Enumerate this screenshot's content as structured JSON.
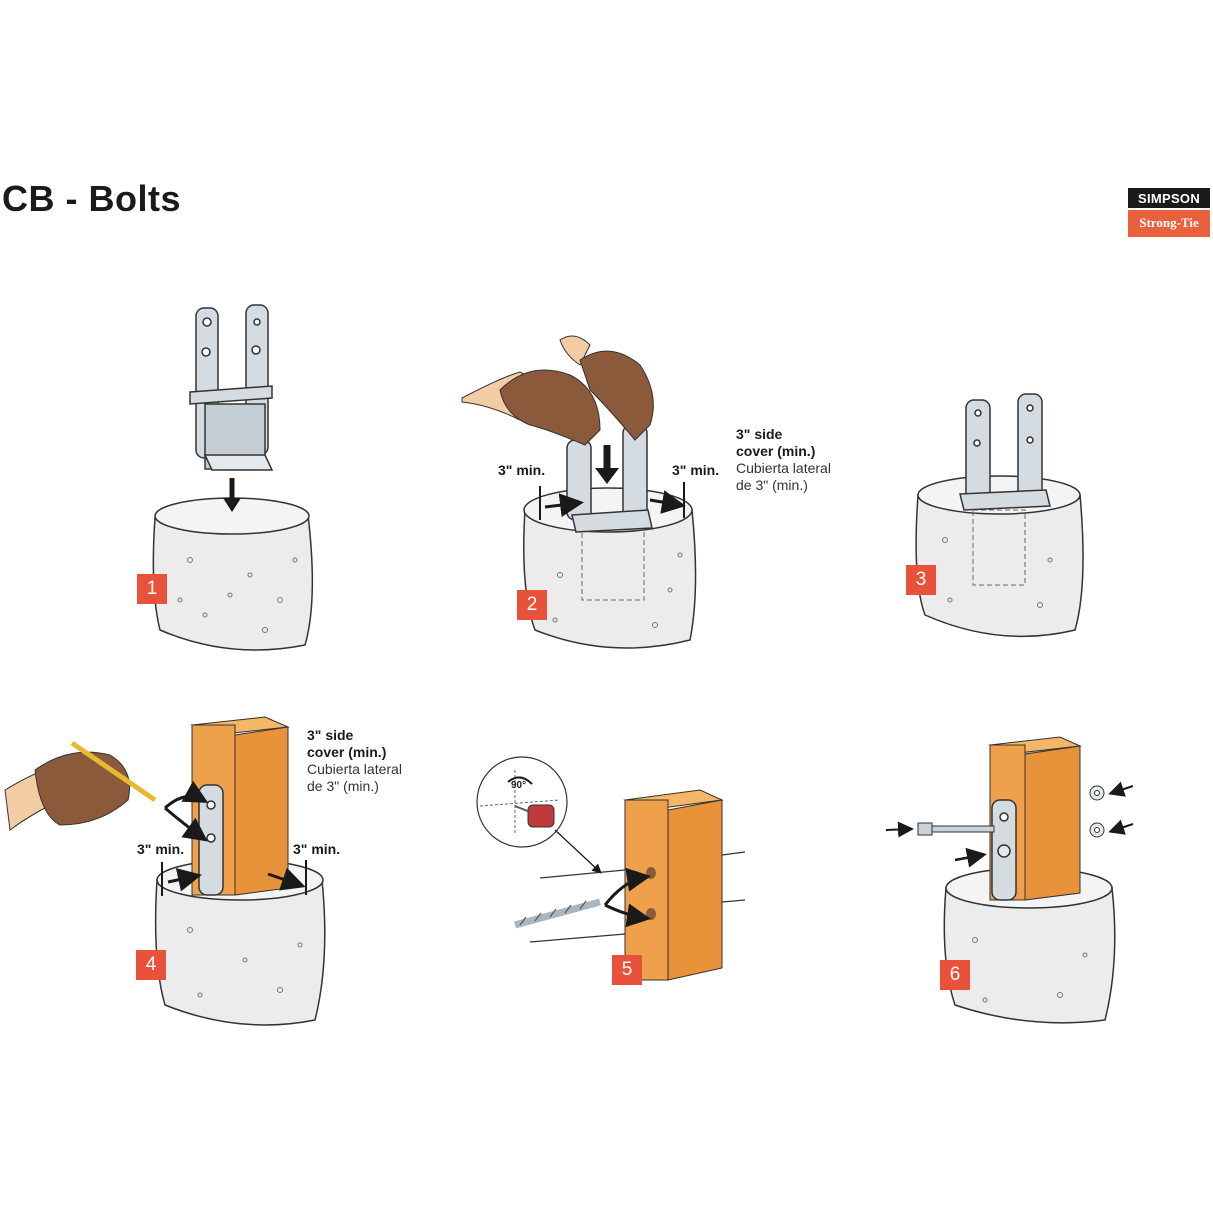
{
  "title": "CB - Bolts",
  "logo": {
    "top": "SIMPSON",
    "bottom": "Strong-Tie"
  },
  "colors": {
    "badge": "#e8513a",
    "wood": "#eea04a",
    "concrete": "#ececec",
    "metal": "#c9d2d8",
    "glove": "#8a5a3a"
  },
  "steps": [
    {
      "number": "1"
    },
    {
      "number": "2",
      "dim_left": "3\" min.",
      "dim_right": "3\" min.",
      "note_en_1": "3\" side",
      "note_en_2": "cover (min.)",
      "note_es_1": "Cubierta lateral",
      "note_es_2": "de 3\" (min.)"
    },
    {
      "number": "3"
    },
    {
      "number": "4",
      "dim_left": "3\" min.",
      "dim_right": "3\" min.",
      "note_en_1": "3\" side",
      "note_en_2": "cover (min.)",
      "note_es_1": "Cubierta lateral",
      "note_es_2": "de 3\" (min.)"
    },
    {
      "number": "5",
      "angle": "90°"
    },
    {
      "number": "6"
    }
  ]
}
